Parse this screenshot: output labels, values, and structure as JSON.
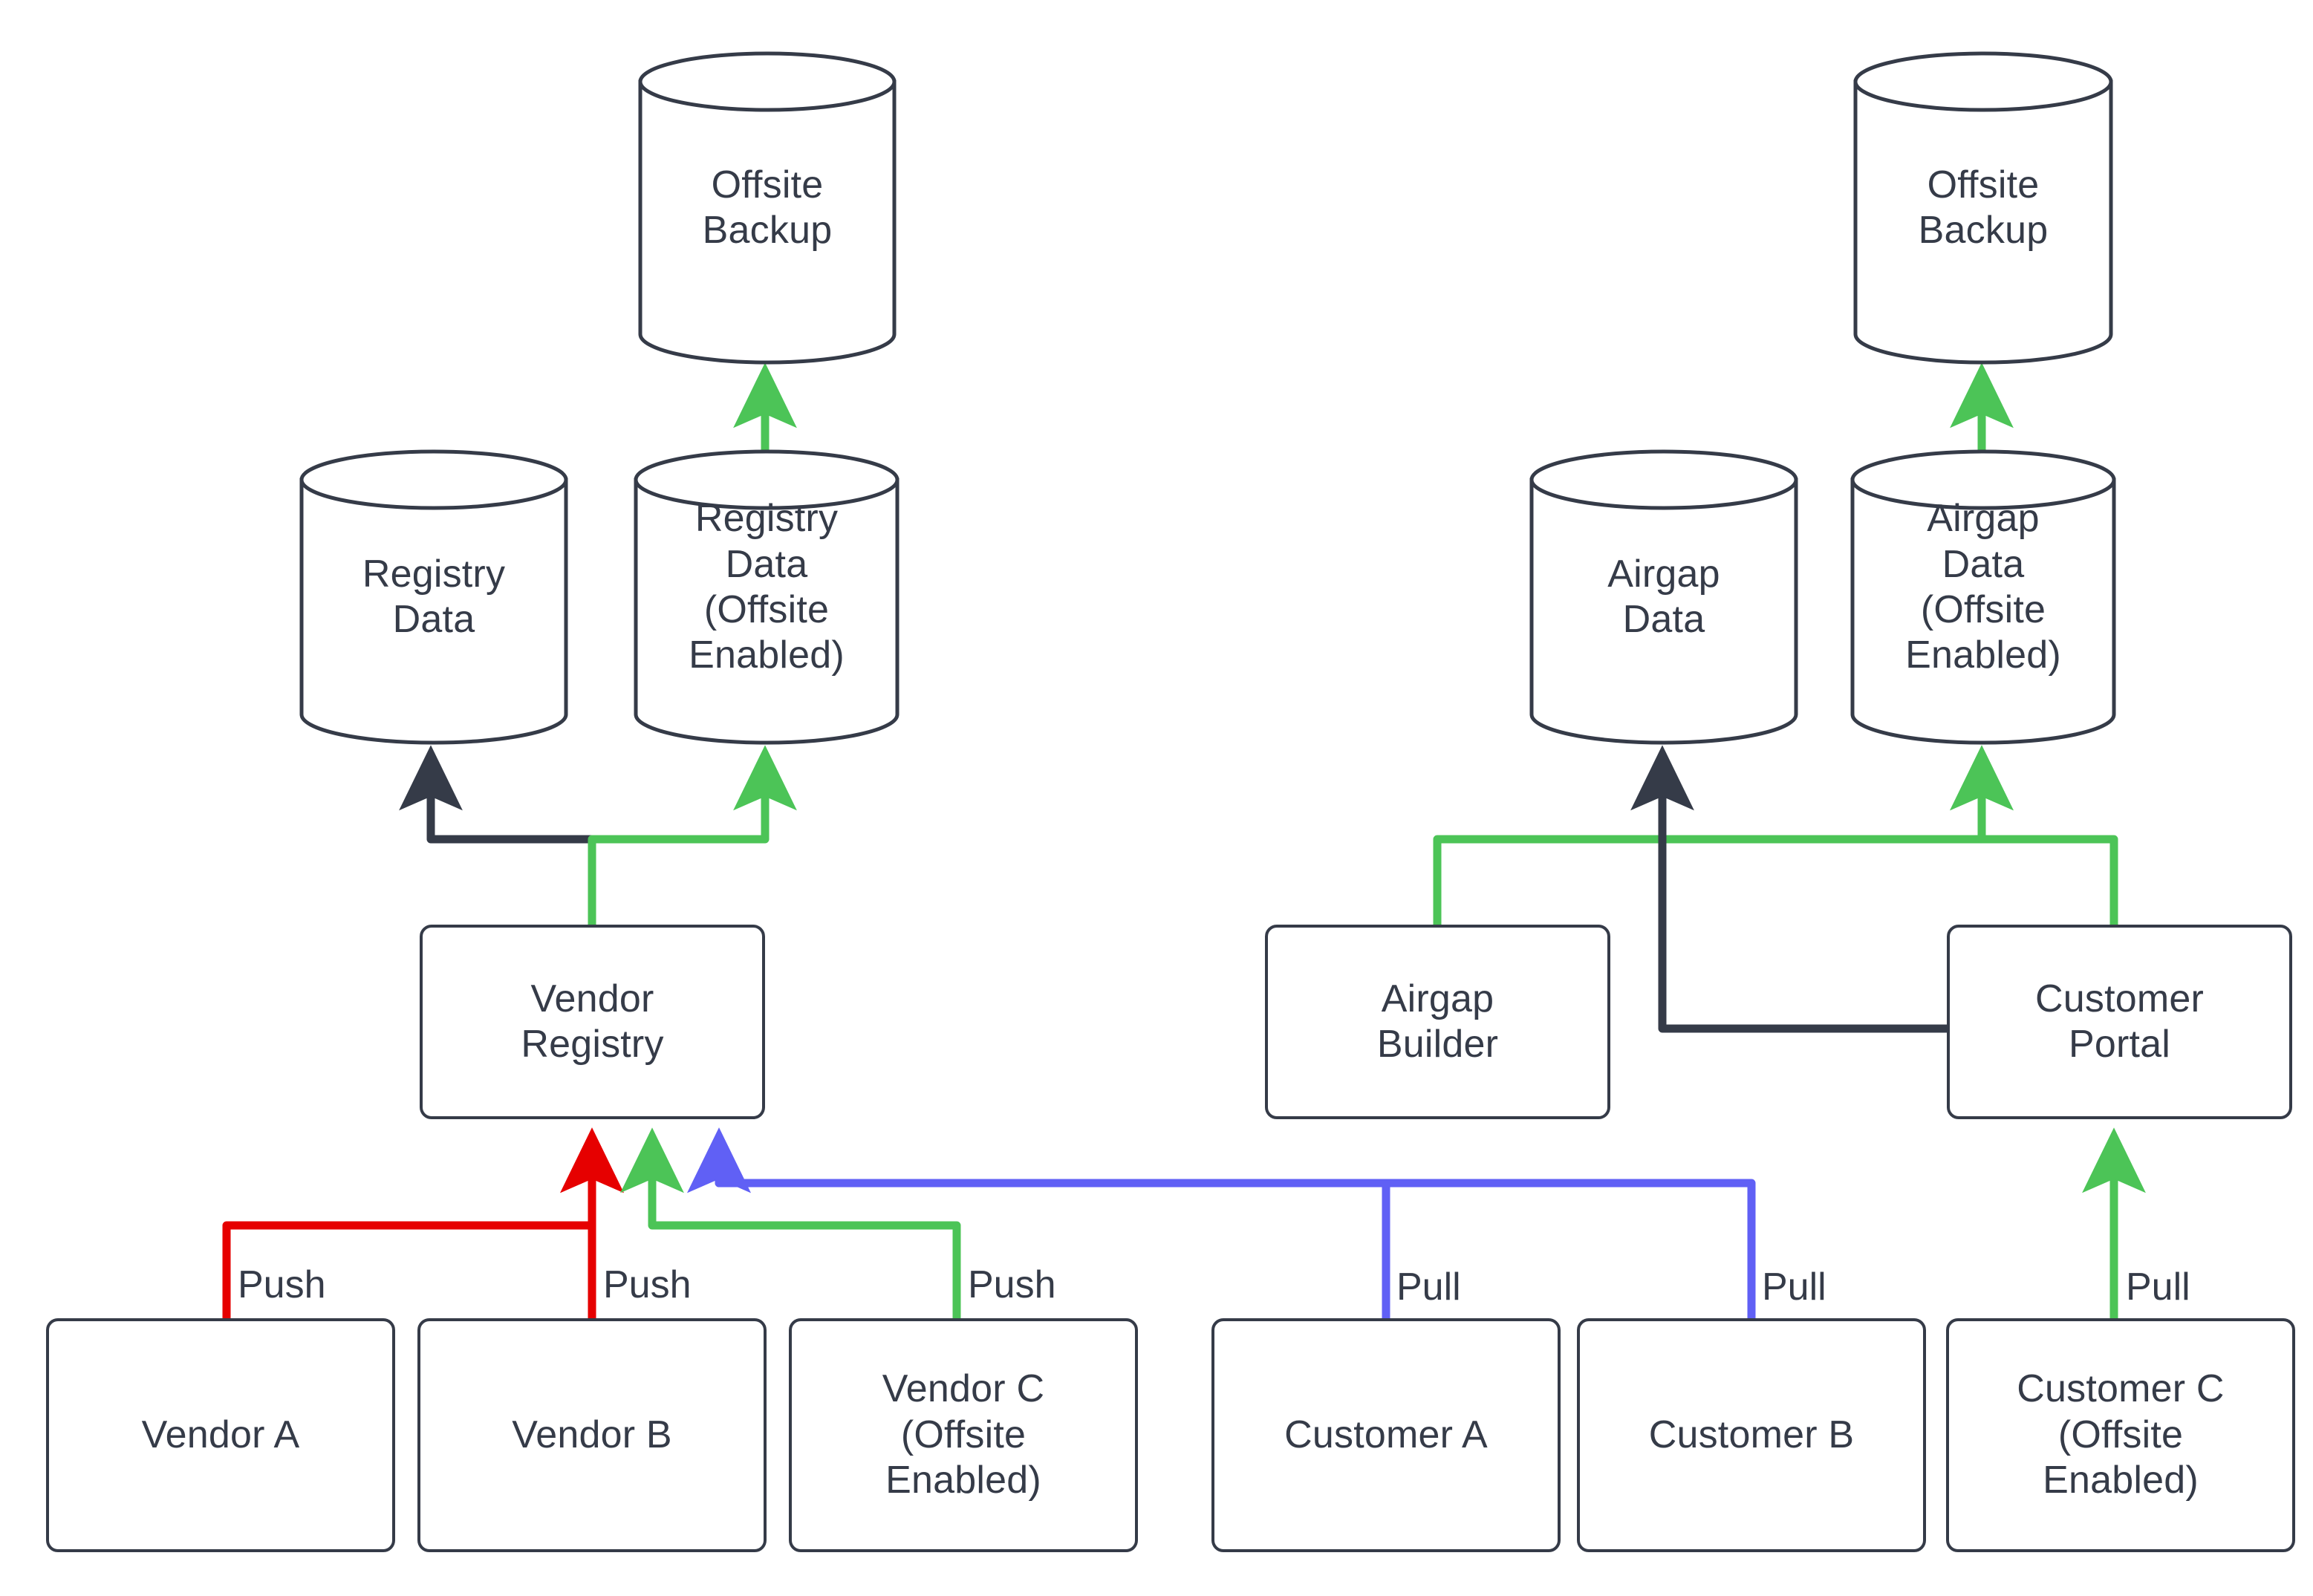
{
  "diagram": {
    "title": "Vendor registry and airgap data flow with offsite backup",
    "colors": {
      "dark": "#353B48",
      "green": "#4CC457",
      "blue": "#6060F5",
      "red": "#E60000",
      "background": "#FFFFFF"
    }
  },
  "nodes": {
    "offsite_backup_left": {
      "label": "Offsite\nBackup",
      "shape": "cylinder"
    },
    "registry_data": {
      "label": "Registry\nData",
      "shape": "cylinder"
    },
    "registry_data_offsite": {
      "label": "Registry\nData\n(Offsite\nEnabled)",
      "shape": "cylinder"
    },
    "vendor_registry": {
      "label": "Vendor\nRegistry",
      "shape": "rect"
    },
    "vendor_a": {
      "label": "Vendor A",
      "shape": "rect"
    },
    "vendor_b": {
      "label": "Vendor B",
      "shape": "rect"
    },
    "vendor_c": {
      "label": "Vendor C\n(Offsite\nEnabled)",
      "shape": "rect"
    },
    "offsite_backup_right": {
      "label": "Offsite\nBackup",
      "shape": "cylinder"
    },
    "airgap_data": {
      "label": "Airgap\nData",
      "shape": "cylinder"
    },
    "airgap_data_offsite": {
      "label": "Airgap\nData\n(Offsite\nEnabled)",
      "shape": "cylinder"
    },
    "airgap_builder": {
      "label": "Airgap\nBuilder",
      "shape": "rect"
    },
    "customer_portal": {
      "label": "Customer\nPortal",
      "shape": "rect"
    },
    "customer_a": {
      "label": "Customer A",
      "shape": "rect"
    },
    "customer_b": {
      "label": "Customer B",
      "shape": "rect"
    },
    "customer_c": {
      "label": "Customer C\n(Offsite\nEnabled)",
      "shape": "rect"
    }
  },
  "edge_labels": {
    "push_a": "Push",
    "push_b": "Push",
    "push_c": "Push",
    "pull_a": "Pull",
    "pull_b": "Pull",
    "pull_c": "Pull"
  },
  "edges": [
    {
      "from": "registry_data_offsite",
      "to": "offsite_backup_left",
      "color": "green",
      "label": ""
    },
    {
      "from": "vendor_registry",
      "to": "registry_data",
      "color": "dark",
      "label": ""
    },
    {
      "from": "vendor_registry",
      "to": "registry_data_offsite",
      "color": "green",
      "label": ""
    },
    {
      "from": "vendor_a",
      "to": "vendor_registry",
      "color": "red",
      "label": "Push"
    },
    {
      "from": "vendor_b",
      "to": "vendor_registry",
      "color": "red",
      "label": "Push"
    },
    {
      "from": "vendor_c",
      "to": "vendor_registry",
      "color": "green",
      "label": "Push"
    },
    {
      "from": "airgap_data_offsite",
      "to": "offsite_backup_right",
      "color": "green",
      "label": ""
    },
    {
      "from": "customer_portal",
      "to": "airgap_data",
      "color": "dark",
      "label": ""
    },
    {
      "from": "airgap_builder",
      "to": "airgap_data_offsite",
      "color": "green",
      "label": ""
    },
    {
      "from": "customer_portal",
      "to": "airgap_data_offsite",
      "color": "green",
      "label": ""
    },
    {
      "from": "customer_a",
      "to": "vendor_registry",
      "color": "blue",
      "label": "Pull"
    },
    {
      "from": "customer_b",
      "to": "vendor_registry",
      "color": "blue",
      "label": "Pull"
    },
    {
      "from": "customer_c",
      "to": "customer_portal",
      "color": "green",
      "label": "Pull"
    }
  ]
}
